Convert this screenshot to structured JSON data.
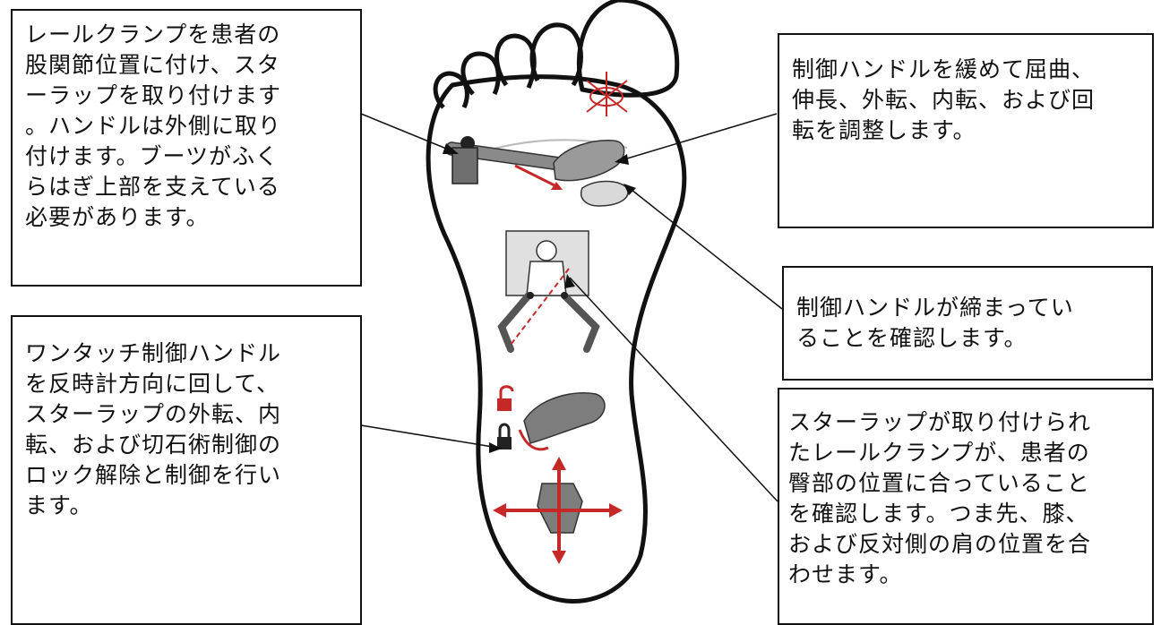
{
  "callouts": {
    "rail_clamp": "レールクランプを患者の\n股関節位置に付け、スタ\nーラップを取り付けます\n。ハンドルは外側に取り\n付けます。ブーツがふく\nらはぎ上部を支えている\n必要があります。",
    "control_handle_adjust": "制御ハンドルを緩めて屈曲、\n伸長、外転、内転、および回\n転を調整します。",
    "handle_tight": "制御ハンドルが締まってい\nることを確認します。",
    "one_touch_handle": "ワンタッチ制御ハンドル\nを反時計方向に回して、\nスターラップの外転、内\n転、および切石術制御の\nロック解除と制御を行い\nます。",
    "alignment": "スターラップが取り付けられ\nたレールクランプが、患者の\n臀部の位置に合っていること\nを確認します。つま先、膝、\nおよび反対側の肩の位置を合\nわせます。"
  },
  "colors": {
    "line": "#111111",
    "accent": "#c62828",
    "illustration": "#8a8a8a"
  }
}
